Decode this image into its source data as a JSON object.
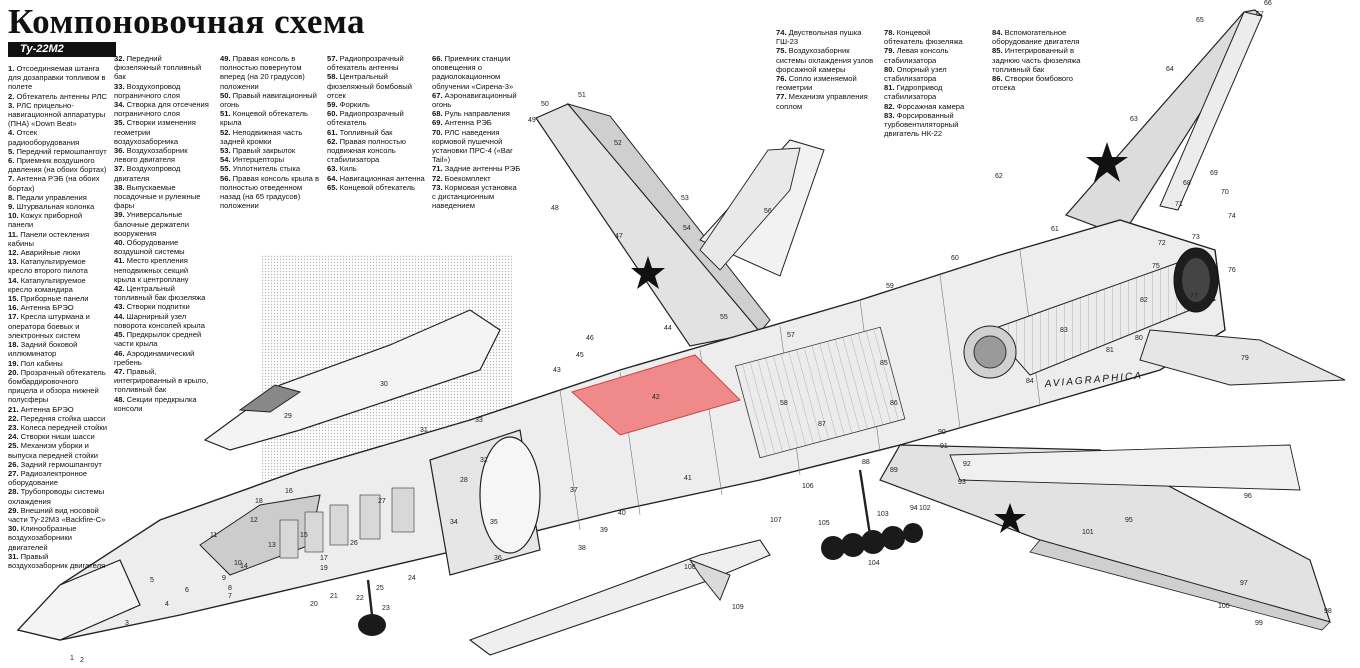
{
  "title": "Компоновочная схема",
  "subtitle": "Ту-22М2",
  "legend_columns": [
    [
      {
        "n": "1.",
        "t": "Отсоединяемая штанга для дозаправки топливом в полете"
      },
      {
        "n": "2.",
        "t": "Обтекатель антенны РЛС"
      },
      {
        "n": "3.",
        "t": "РЛС прицельно-навигационной аппаратуры (ПНА) «Down Beat»"
      },
      {
        "n": "4.",
        "t": "Отсек радиооборудования"
      },
      {
        "n": "5.",
        "t": "Передний гермошпангоут"
      },
      {
        "n": "6.",
        "t": "Приемник воздушного давления (на обоих бортах)"
      },
      {
        "n": "7.",
        "t": "Антенна РЭБ (на обоих бортах)"
      },
      {
        "n": "8.",
        "t": "Педали управления"
      },
      {
        "n": "9.",
        "t": "Штурвальная колонка"
      },
      {
        "n": "10.",
        "t": "Кожух приборной панели"
      },
      {
        "n": "11.",
        "t": "Панели остекления кабины"
      },
      {
        "n": "12.",
        "t": "Аварийные люки"
      },
      {
        "n": "13.",
        "t": "Катапультируемое кресло второго пилота"
      },
      {
        "n": "14.",
        "t": "Катапультируемое кресло командира"
      },
      {
        "n": "15.",
        "t": "Приборные панели"
      },
      {
        "n": "16.",
        "t": "Антенна БРЭО"
      },
      {
        "n": "17.",
        "t": "Кресла штурмана и оператора боевых и электронных систем"
      },
      {
        "n": "18.",
        "t": "Задний боковой иллюминатор"
      },
      {
        "n": "19.",
        "t": "Пол кабины"
      },
      {
        "n": "20.",
        "t": "Прозрачный обтекатель бомбардировочного прицела и обзора нижней полусферы"
      },
      {
        "n": "21.",
        "t": "Антенна БРЭО"
      },
      {
        "n": "22.",
        "t": "Передняя стойка шасси"
      },
      {
        "n": "23.",
        "t": "Колеса передней стойки"
      },
      {
        "n": "24.",
        "t": "Створки ниши шасси"
      },
      {
        "n": "25.",
        "t": "Механизм уборки и выпуска передней стойки"
      },
      {
        "n": "26.",
        "t": "Задний гермошпангоут"
      },
      {
        "n": "27.",
        "t": "Радиоэлектронное оборудование"
      },
      {
        "n": "28.",
        "t": "Трубопроводы системы охлаждения"
      },
      {
        "n": "29.",
        "t": "Внешний вид носовой части Ту-22М3 «Backfire-C»"
      },
      {
        "n": "30.",
        "t": "Клинообразные воздухозаборники двигателей"
      },
      {
        "n": "31.",
        "t": "Правый воздухозаборник двигателя"
      }
    ],
    [
      {
        "n": "32.",
        "t": "Передний фюзеляжный топливный бак"
      },
      {
        "n": "33.",
        "t": "Воздухопровод пограничного слоя"
      },
      {
        "n": "34.",
        "t": "Створка для отсечения пограничного слоя"
      },
      {
        "n": "35.",
        "t": "Створки изменения геометрии воздухозаборника"
      },
      {
        "n": "36.",
        "t": "Воздухозаборник левого двигателя"
      },
      {
        "n": "37.",
        "t": "Воздухопровод двигателя"
      },
      {
        "n": "38.",
        "t": "Выпускаемые посадочные и рулежные фары"
      },
      {
        "n": "39.",
        "t": "Универсальные балочные держатели вооружения"
      },
      {
        "n": "40.",
        "t": "Оборудование воздушной системы"
      },
      {
        "n": "41.",
        "t": "Место крепления неподвижных секций крыла к центроплану"
      },
      {
        "n": "42.",
        "t": "Центральный топливный бак фюзеляжа"
      },
      {
        "n": "43.",
        "t": "Створки подпитки"
      },
      {
        "n": "44.",
        "t": "Шарнирный узел поворота консолей крыла"
      },
      {
        "n": "45.",
        "t": "Предкрылок средней части крыла"
      },
      {
        "n": "46.",
        "t": "Аэродинамический гребень"
      },
      {
        "n": "47.",
        "t": "Правый, интегрированный в крыло, топливный бак"
      },
      {
        "n": "48.",
        "t": "Секции предкрылка консоли"
      }
    ],
    [
      {
        "n": "49.",
        "t": "Правая консоль в полностью повернутом вперед (на 20 градусов) положении"
      },
      {
        "n": "50.",
        "t": "Правый навигационный огонь"
      },
      {
        "n": "51.",
        "t": "Концевой обтекатель крыла"
      },
      {
        "n": "52.",
        "t": "Неподвижная часть задней кромки"
      },
      {
        "n": "53.",
        "t": "Правый закрылок"
      },
      {
        "n": "54.",
        "t": "Интерцепторы"
      },
      {
        "n": "55.",
        "t": "Уплотнитель стыка"
      },
      {
        "n": "56.",
        "t": "Правая консоль крыла в полностью отведенном назад (на 65 градусов) положении"
      }
    ],
    [
      {
        "n": "57.",
        "t": "Радиопрозрачный обтекатель антенны"
      },
      {
        "n": "58.",
        "t": "Центральный фюзеляжный бомбовый отсек"
      },
      {
        "n": "59.",
        "t": "Форкиль"
      },
      {
        "n": "60.",
        "t": "Радиопрозрачный обтекатель"
      },
      {
        "n": "61.",
        "t": "Топливный бак"
      },
      {
        "n": "62.",
        "t": "Правая полностью подвижная консоль стабилизатора"
      },
      {
        "n": "63.",
        "t": "Киль"
      },
      {
        "n": "64.",
        "t": "Навигационная антенна"
      },
      {
        "n": "65.",
        "t": "Концевой обтекатель"
      }
    ],
    [
      {
        "n": "66.",
        "t": "Приемник станции оповещения о радиолокационном облучении «Сирена-3»"
      },
      {
        "n": "67.",
        "t": "Аэронавигационный огонь"
      },
      {
        "n": "68.",
        "t": "Руль направления"
      },
      {
        "n": "69.",
        "t": "Антенна РЭБ"
      },
      {
        "n": "70.",
        "t": "РЛС наведения кормовой пушечной установки ПРС-4 («Bar Tail»)"
      },
      {
        "n": "71.",
        "t": "Задние антенны РЭБ"
      },
      {
        "n": "72.",
        "t": "Боекомплект"
      },
      {
        "n": "73.",
        "t": "Кормовая установка с дистанционным наведением"
      }
    ],
    [
      {
        "n": "74.",
        "t": "Двуствольная пушка ГШ-23"
      },
      {
        "n": "75.",
        "t": "Воздухозаборник системы охлаждения узлов форсажной камеры"
      },
      {
        "n": "76.",
        "t": "Сопло изменяемой геометрии"
      },
      {
        "n": "77.",
        "t": "Механизм управления соплом"
      }
    ],
    [
      {
        "n": "78.",
        "t": "Концевой обтекатель фюзеляжа"
      },
      {
        "n": "79.",
        "t": "Левая консоль стабилизатора"
      },
      {
        "n": "80.",
        "t": "Опорный узел стабилизатора"
      },
      {
        "n": "81.",
        "t": "Гидропривод стабилизатора"
      },
      {
        "n": "82.",
        "t": "Форсажная камера"
      },
      {
        "n": "83.",
        "t": "Форсированный турбовентиляторный двигатель НК-22"
      }
    ],
    [
      {
        "n": "84.",
        "t": "Вспомогательное оборудование двигателя"
      },
      {
        "n": "85.",
        "t": "Интегрированный в заднюю часть фюзеляжа топливный бак"
      },
      {
        "n": "86.",
        "t": "Створки бомбового отсека"
      }
    ]
  ],
  "watermark": "AVIAGRAPHICA",
  "colors": {
    "highlight": "#f08a8a",
    "fill": "#dcdcdc",
    "hatch": "#c8c8c8",
    "ink": "#1a1a1a",
    "background": "#ffffff"
  },
  "callout_numbers": [
    "1",
    "2",
    "3",
    "4",
    "5",
    "6",
    "7",
    "8",
    "9",
    "10",
    "11",
    "12",
    "13",
    "14",
    "15",
    "16",
    "17",
    "18",
    "19",
    "20",
    "21",
    "22",
    "23",
    "24",
    "25",
    "26",
    "27",
    "28",
    "29",
    "30",
    "31",
    "32",
    "33",
    "34",
    "35",
    "36",
    "37",
    "38",
    "39",
    "40",
    "41",
    "42",
    "43",
    "44",
    "45",
    "46",
    "47",
    "48",
    "49",
    "50",
    "51",
    "52",
    "53",
    "54",
    "55",
    "56",
    "57",
    "58",
    "59",
    "60",
    "61",
    "62",
    "63",
    "64",
    "65",
    "66",
    "67",
    "68",
    "69",
    "70",
    "71",
    "72",
    "73",
    "74",
    "75",
    "76",
    "77",
    "78",
    "79",
    "80",
    "81",
    "82",
    "83",
    "84",
    "85",
    "86",
    "87",
    "88",
    "89",
    "90",
    "91",
    "92",
    "93",
    "94",
    "95",
    "96",
    "97",
    "98",
    "99",
    "100",
    "101",
    "102",
    "103",
    "104",
    "105",
    "106",
    "107",
    "108",
    "109"
  ]
}
